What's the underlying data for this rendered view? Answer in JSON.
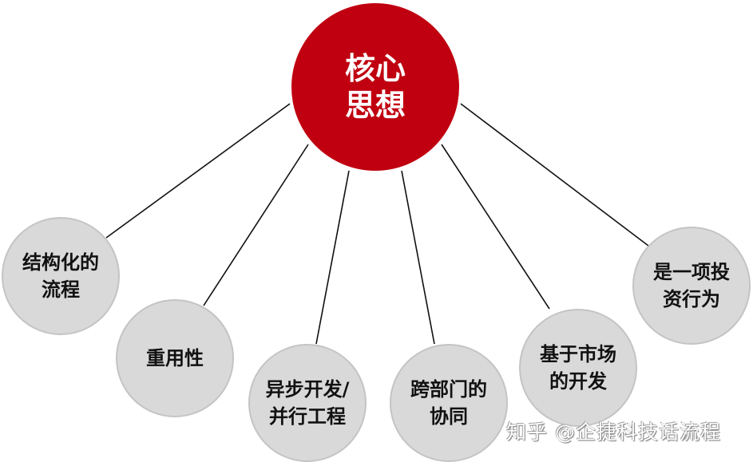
{
  "diagram": {
    "center": {
      "label": "核心\n思想",
      "color": "#c00010"
    },
    "nodes": [
      {
        "id": "structured-process",
        "label": "结构化的\n流程"
      },
      {
        "id": "reusability",
        "label": "重用性"
      },
      {
        "id": "async-parallel",
        "label": "异步开发/\n并行工程"
      },
      {
        "id": "cross-department",
        "label": "跨部门的\n协同"
      },
      {
        "id": "market-based",
        "label": "基于市场\n的开发"
      },
      {
        "id": "investment",
        "label": "是一项投\n资行为"
      }
    ],
    "node_color": "#d9d9d9",
    "line_color": "#111111"
  },
  "watermark": "知乎 @企捷科技话流程"
}
